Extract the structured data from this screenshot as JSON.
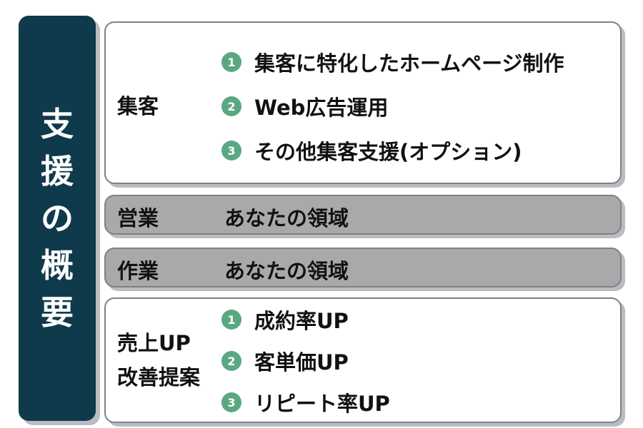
{
  "sidebar": {
    "chars": [
      "支",
      "援",
      "の",
      "概",
      "要"
    ]
  },
  "rows": [
    {
      "label": "集客",
      "items": [
        {
          "num": "1",
          "text": "集客に特化したホームページ制作"
        },
        {
          "num": "2",
          "text": "Web広告運用"
        },
        {
          "num": "3",
          "text": "その他集客支援(オプション)"
        }
      ]
    },
    {
      "label": "営業",
      "value": "あなたの領域"
    },
    {
      "label": "作業",
      "value": "あなたの領域"
    },
    {
      "label_lines": [
        "売上UP",
        "改善提案"
      ],
      "items": [
        {
          "num": "1",
          "text": "成約率UP"
        },
        {
          "num": "2",
          "text": "客単価UP"
        },
        {
          "num": "3",
          "text": "リピート率UP"
        }
      ]
    }
  ],
  "colors": {
    "sidebar_bg": "#0f3a4c",
    "gray_panel": "#a9a9a9",
    "badge": "#5aa882",
    "shadow": "#b9bcc0"
  }
}
